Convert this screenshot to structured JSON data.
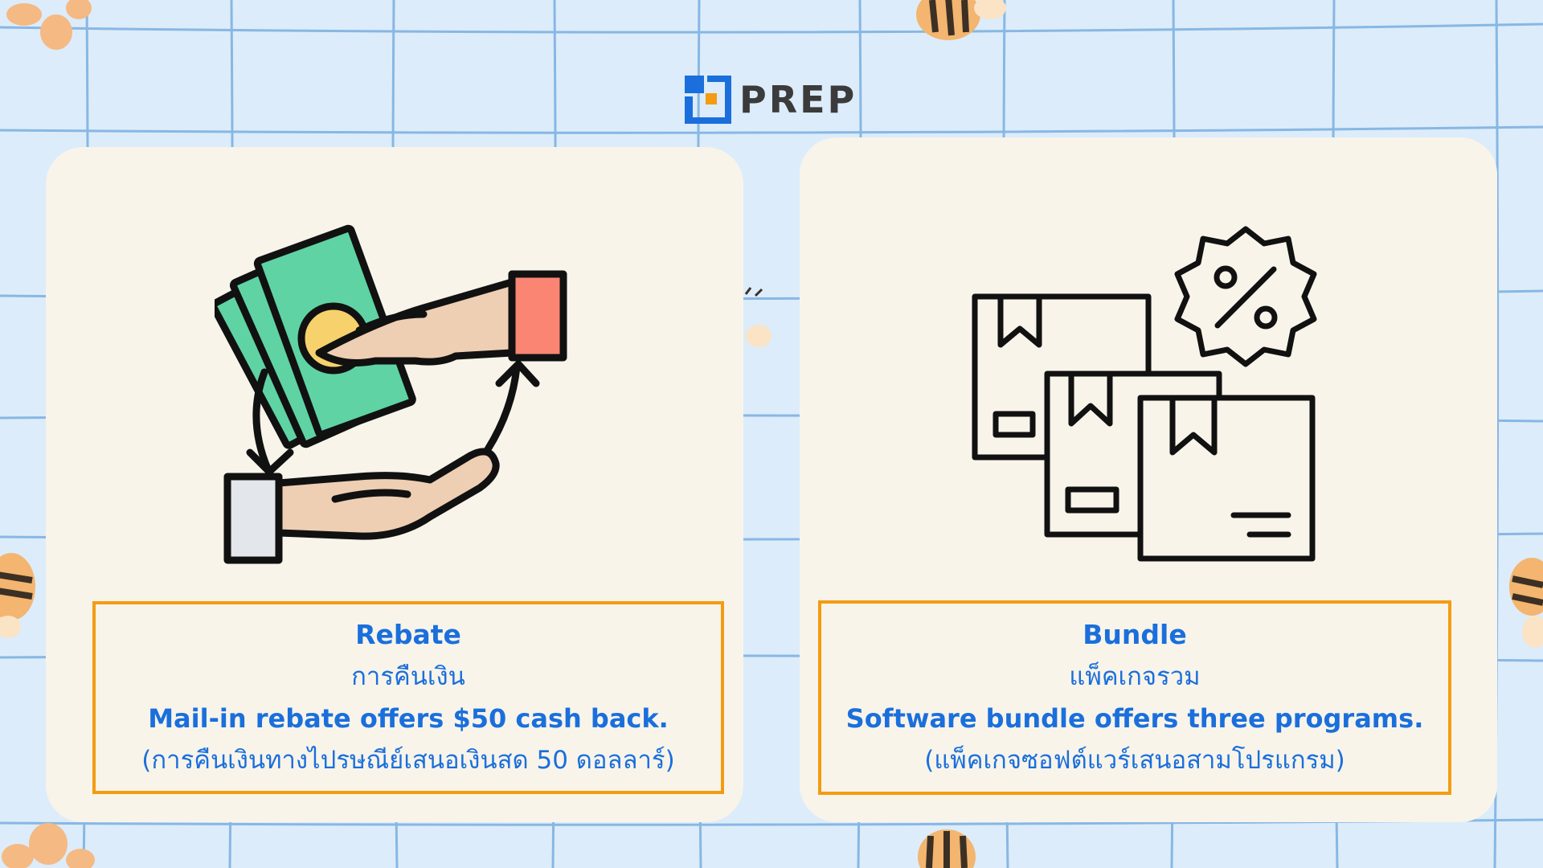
{
  "brand": {
    "name": "PREP",
    "colors": {
      "blue": "#1a6fdc",
      "orange": "#f39c12"
    }
  },
  "cards": [
    {
      "title": "Rebate",
      "thai": "การคืนเงิน",
      "example": "Mail-in rebate offers $50 cash back.",
      "example_thai": "(การคืนเงินทางไปรษณีย์เสนอเงินสด 50 ดอลลาร์)",
      "icon": "money-exchange-hands-icon"
    },
    {
      "title": "Bundle",
      "thai": "แพ็คเกจรวม",
      "example": "Software bundle offers three programs.",
      "example_thai": "(แพ็คเกจซอฟต์แวร์เสนอสามโปรแกรม)",
      "icon": "boxes-discount-icon"
    }
  ],
  "colors": {
    "background": "#dcecfa",
    "grid_line": "#7aaee0",
    "card": "#f8f4ea",
    "text": "#1a6fdc",
    "border": "#f39c12"
  }
}
